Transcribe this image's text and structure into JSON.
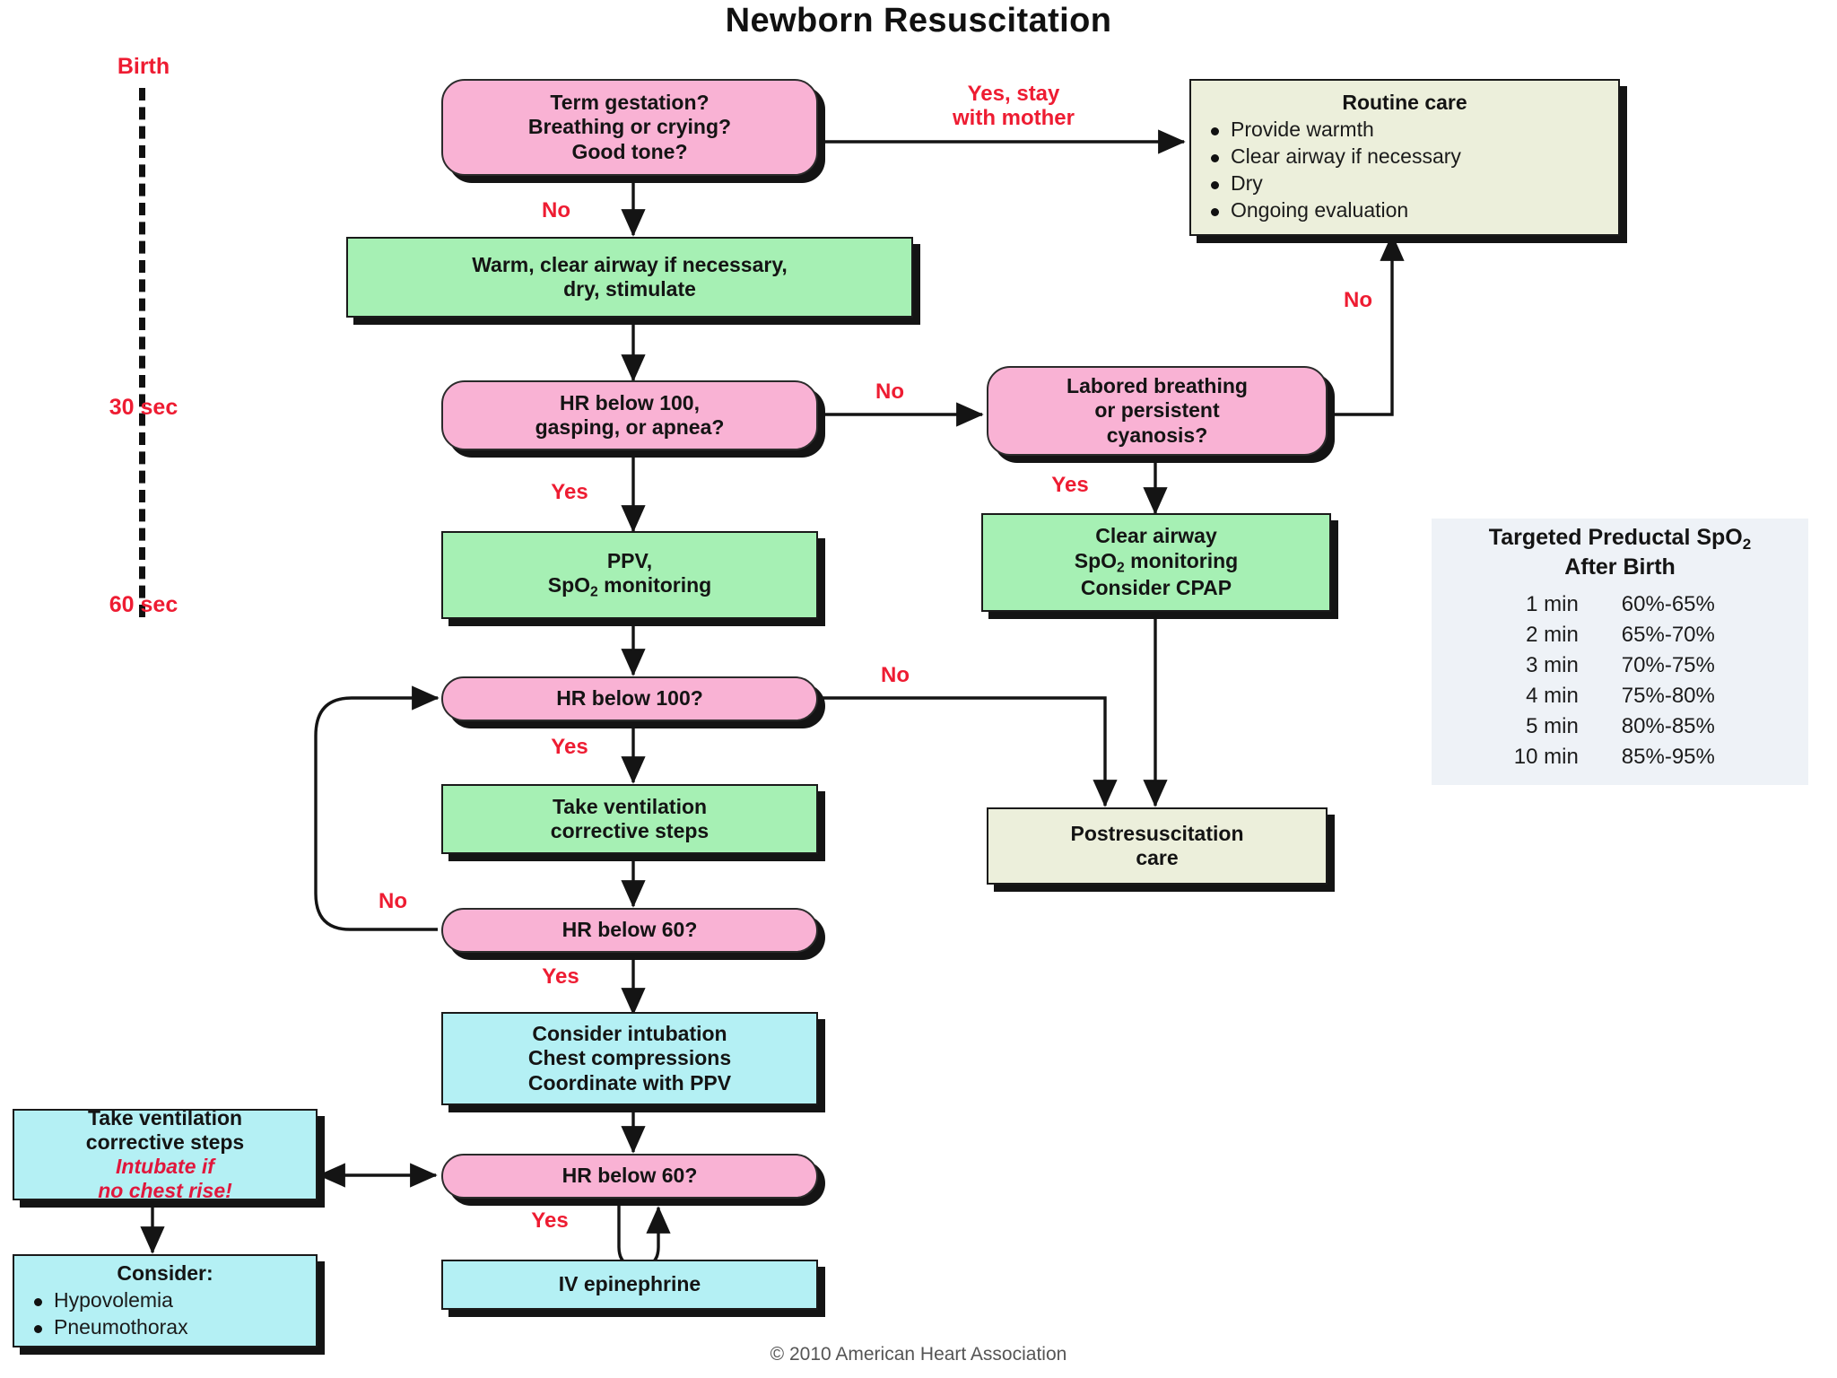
{
  "page": {
    "title": "Newborn Resuscitation",
    "copyright": "© 2010 American Heart Association"
  },
  "timeline": {
    "birth": "Birth",
    "thirty": "30 sec",
    "sixty": "60 sec"
  },
  "nodes": {
    "term_gestation": "Term gestation?\nBreathing or crying?\nGood tone?",
    "routine_care_title": "Routine care",
    "routine_care_items": [
      "Provide warmth",
      "Clear airway if necessary",
      "Dry",
      "Ongoing evaluation"
    ],
    "warm_clear": "Warm, clear airway if necessary,\ndry, stimulate",
    "hr_below_100_gasping": "HR below 100,\ngasping, or apnea?",
    "labored_breathing": "Labored breathing\nor persistent\ncyanosis?",
    "ppv_line1": "PPV,",
    "ppv_line2_pre": "SpO",
    "ppv_line2_sub": "2",
    "ppv_line2_post": " monitoring",
    "clear_airway_l1": "Clear airway",
    "clear_airway_l2_pre": "SpO",
    "clear_airway_l2_sub": "2",
    "clear_airway_l2_post": " monitoring",
    "clear_airway_l3": "Consider CPAP",
    "hr_below_100": "HR below 100?",
    "take_ventilation": "Take ventilation\ncorrective steps",
    "hr_below_60_a": "HR below 60?",
    "postresuscitation": "Postresuscitation\ncare",
    "consider_intubation": "Consider intubation\nChest compressions\nCoordinate with PPV",
    "hr_below_60_b": "HR below 60?",
    "iv_epinephrine": "IV epinephrine",
    "take_ventilation_left_l1": "Take ventilation",
    "take_ventilation_left_l2": "corrective steps",
    "take_ventilation_left_l3": "Intubate if",
    "take_ventilation_left_l4": "no chest rise!",
    "consider_title": "Consider:",
    "consider_items": [
      "Hypovolemia",
      "Pneumothorax"
    ]
  },
  "edge_labels": {
    "yes_stay_with_mother": "Yes, stay\nwith mother",
    "no_1": "No",
    "no_2": "No",
    "no_3": "No",
    "yes_1": "Yes",
    "yes_2": "Yes",
    "yes_3": "Yes",
    "no_4": "No",
    "no_5": "No",
    "yes_4": "Yes",
    "yes_5": "Yes"
  },
  "spo2_table": {
    "title_pre": "Targeted Preductal SpO",
    "title_sub": "2",
    "title_line2": "After Birth",
    "rows": [
      {
        "time": "1 min",
        "range": "60%-65%"
      },
      {
        "time": "2 min",
        "range": "65%-70%"
      },
      {
        "time": "3 min",
        "range": "70%-75%"
      },
      {
        "time": "4 min",
        "range": "75%-80%"
      },
      {
        "time": "5 min",
        "range": "80%-85%"
      },
      {
        "time": "10 min",
        "range": "85%-95%"
      }
    ]
  },
  "colors": {
    "decision": "#f9b2d4",
    "action_green": "#a6f0b4",
    "action_cyan": "#b4f0f4",
    "outcome_cream": "#ecefdb",
    "label_red": "#ee1c32",
    "line": "#141414"
  }
}
